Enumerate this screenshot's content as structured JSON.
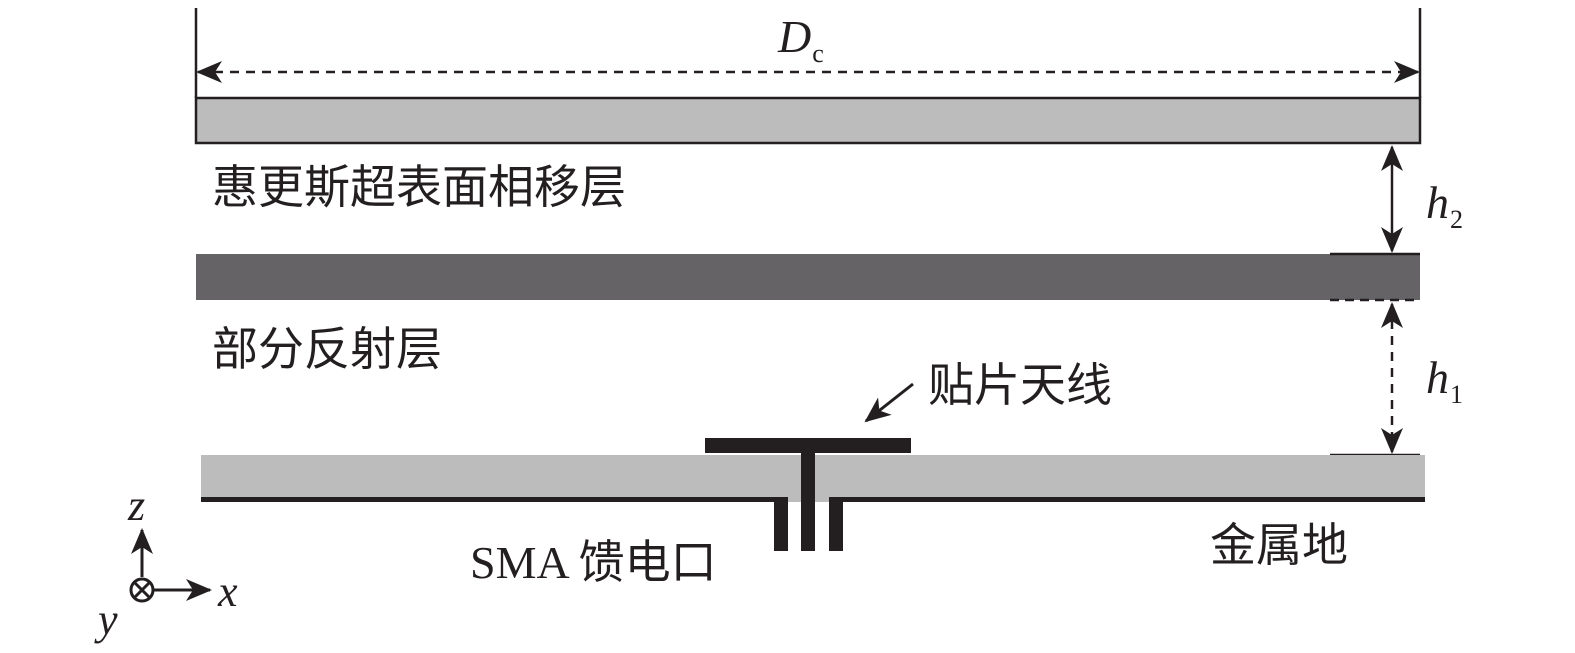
{
  "labels": {
    "dim_dc": {
      "main": "D",
      "sub": "c"
    },
    "dim_h2": {
      "main": "h",
      "sub": "2"
    },
    "dim_h1": {
      "main": "h",
      "sub": "1"
    },
    "huygens_layer": "惠更斯超表面相移层",
    "partial_reflect_layer": "部分反射层",
    "patch_antenna": "贴片天线",
    "sma_feed": "SMA 馈电口",
    "metal_ground": "金属地"
  },
  "axes": {
    "z": "z",
    "x": "x",
    "y": "y"
  },
  "colors": {
    "huygens_layer": "#bcbcbc",
    "partial_reflect_layer": "#656365",
    "substrate": "#bcbcbc",
    "metal": "#231f20",
    "outline": "#231f20"
  }
}
